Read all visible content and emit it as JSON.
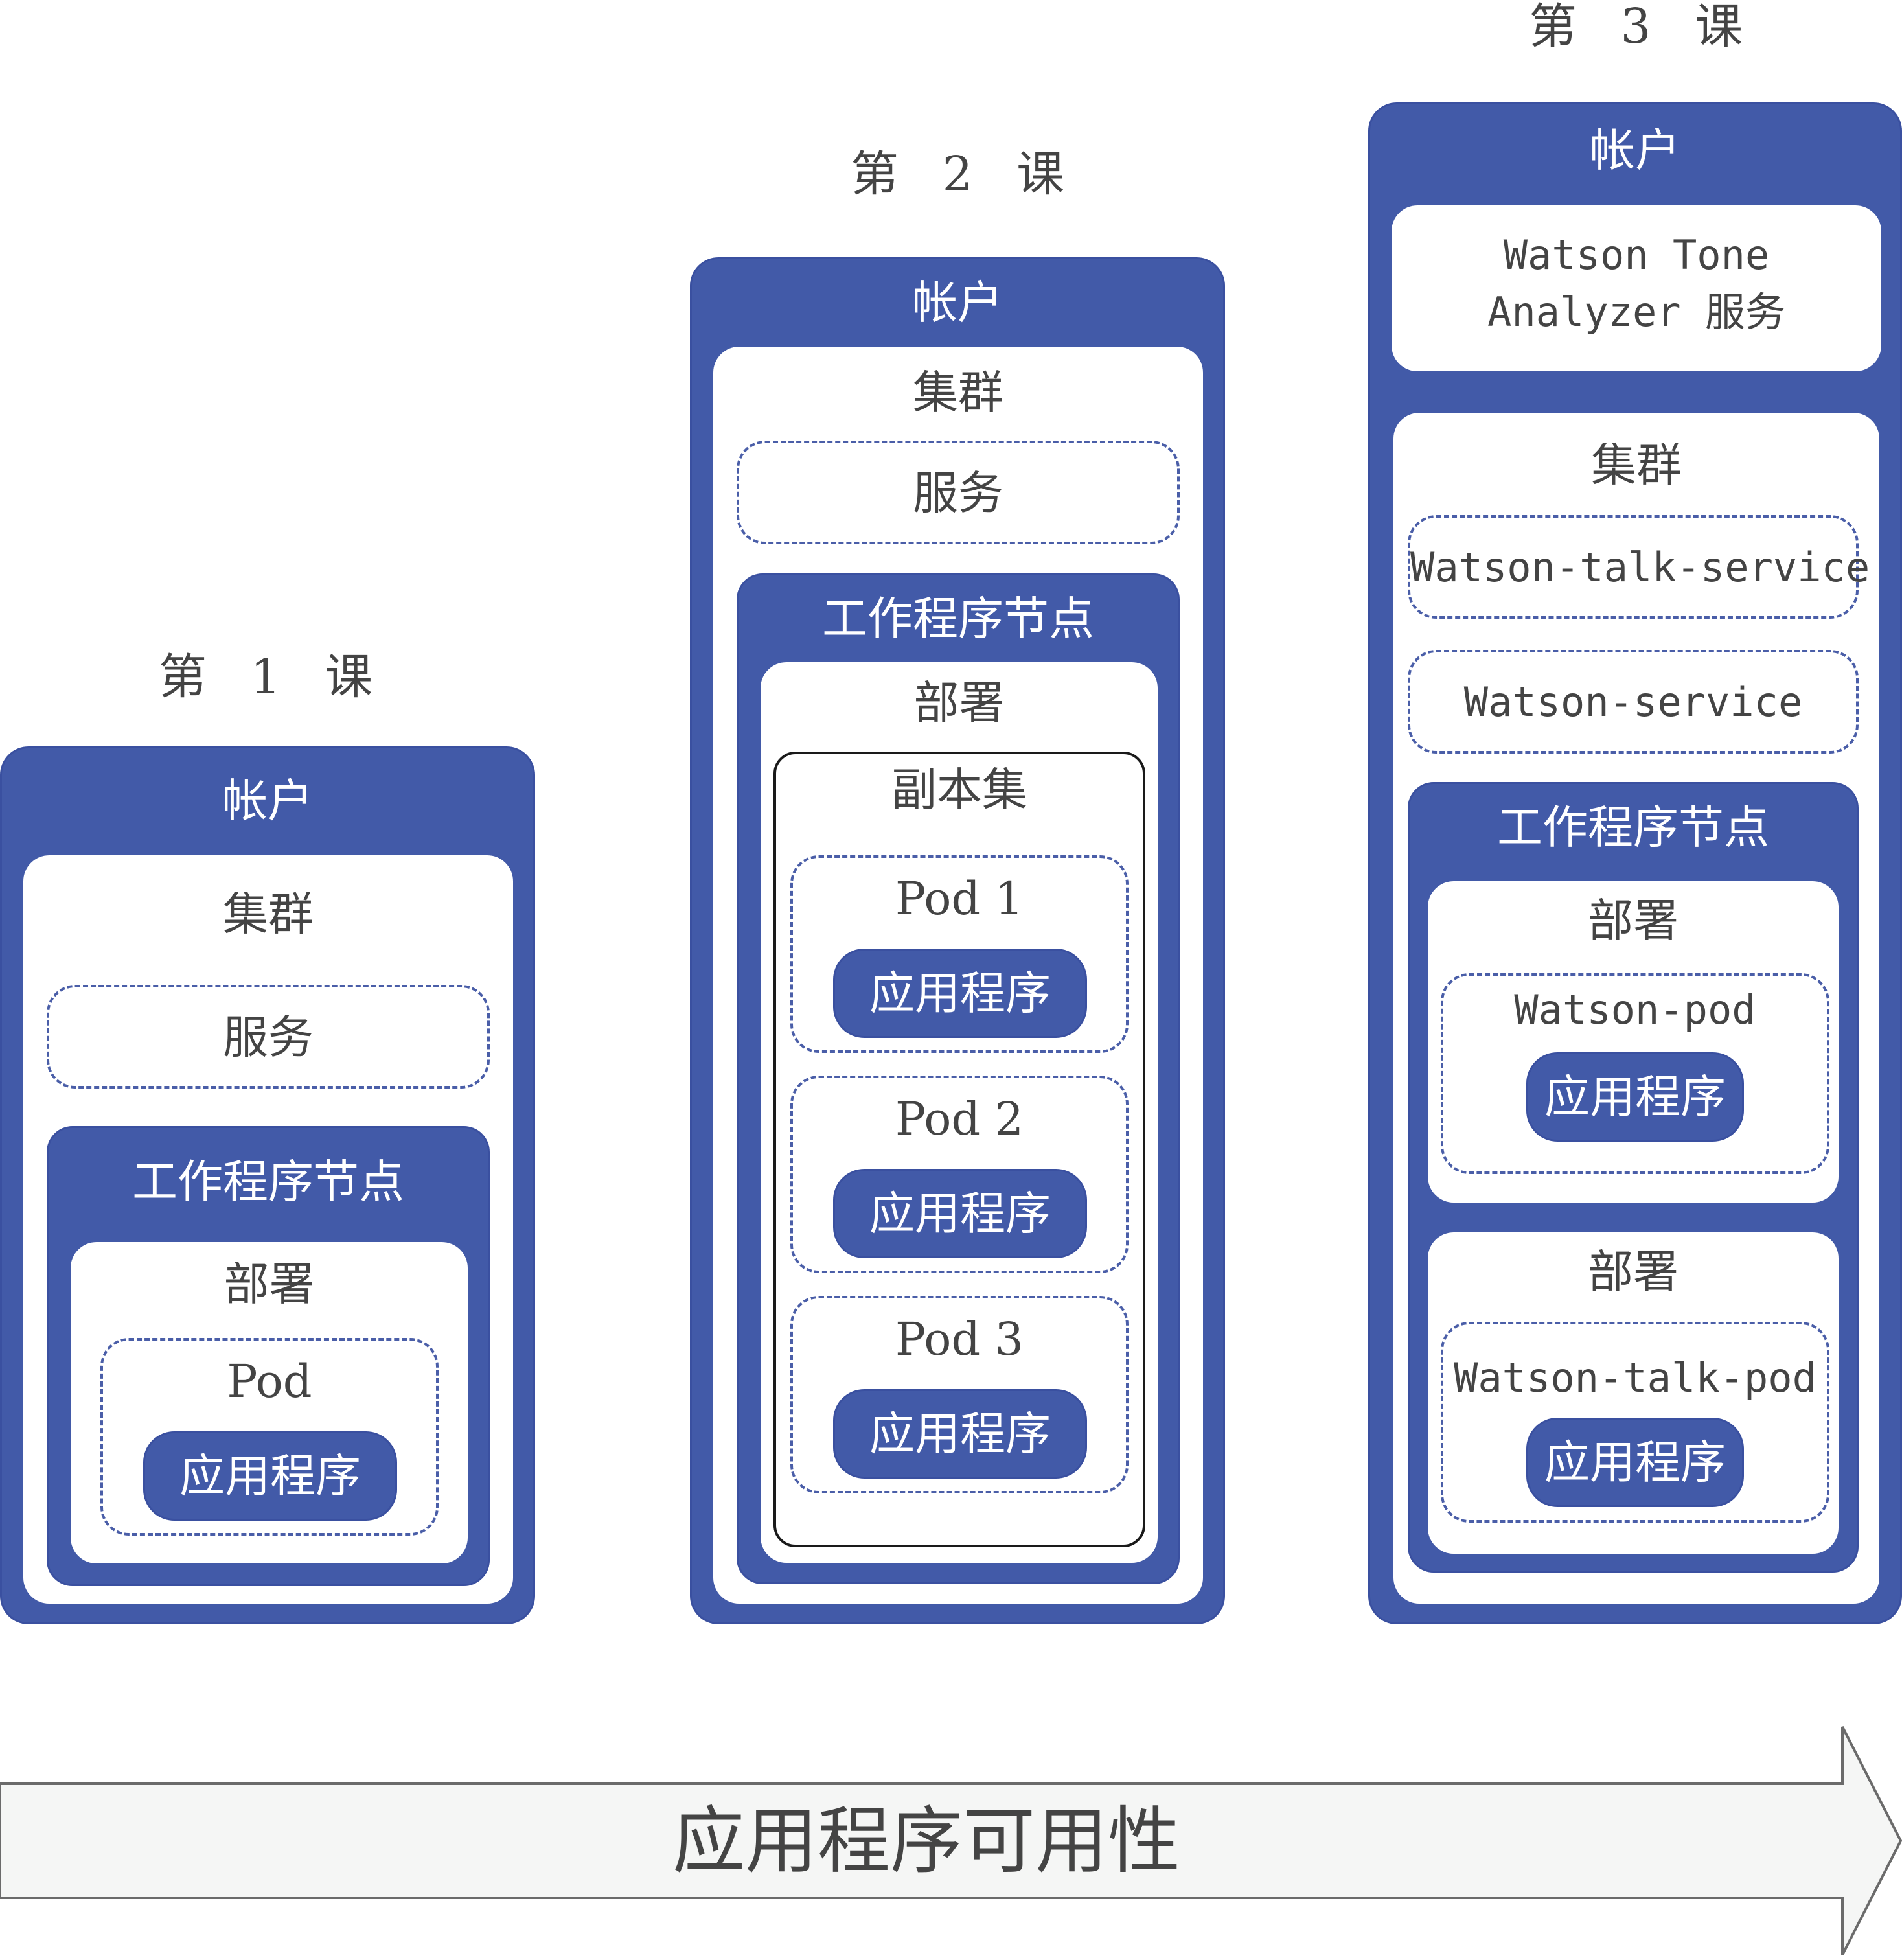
{
  "lessons": [
    {
      "title": "第 1 课",
      "account": "帐户",
      "cluster": "集群",
      "service": "服务",
      "worker_node": "工作程序节点",
      "deployment": "部署",
      "pod": "Pod",
      "app": "应用程序"
    },
    {
      "title": "第 2 课",
      "account": "帐户",
      "cluster": "集群",
      "service": "服务",
      "worker_node": "工作程序节点",
      "deployment": "部署",
      "replica_set": "副本集",
      "pods": [
        {
          "name": "Pod 1",
          "app": "应用程序"
        },
        {
          "name": "Pod 2",
          "app": "应用程序"
        },
        {
          "name": "Pod 3",
          "app": "应用程序"
        }
      ]
    },
    {
      "title": "第 3 课",
      "account": "帐户",
      "tone_service_line1": "Watson Tone",
      "tone_service_line2": "Analyzer 服务",
      "cluster": "集群",
      "service_talk": "Watson-talk-service",
      "service_watson": "Watson-service",
      "worker_node": "工作程序节点",
      "deployments": [
        {
          "label": "部署",
          "pod": "Watson-pod",
          "app": "应用程序"
        },
        {
          "label": "部署",
          "pod": "Watson-talk-pod",
          "app": "应用程序"
        }
      ]
    }
  ],
  "arrow_label": "应用程序可用性",
  "colors": {
    "container_blue": "#425aa8",
    "dashed_border": "#4a5ea8",
    "text": "#444444",
    "arrow_fill": "#f5f6f5"
  }
}
